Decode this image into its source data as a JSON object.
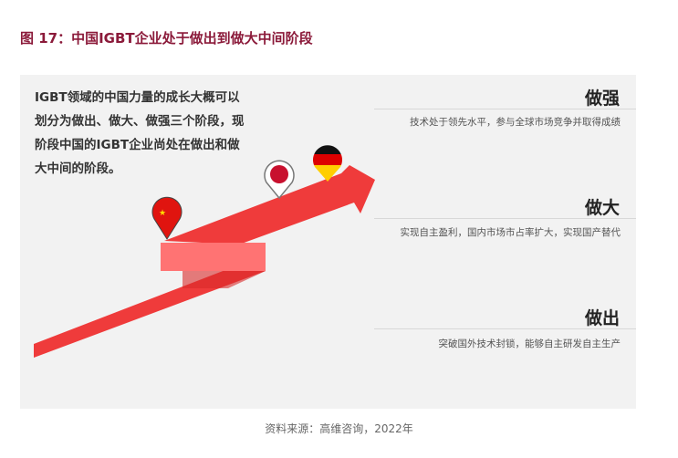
{
  "title": "图 17：中国IGBT企业处于做出到做大中间阶段",
  "intro": "IGBT领域的中国力量的成长大概可以划分为做出、做大、做强三个阶段，现阶段中国的IGBT企业尚处在做出和做大中间的阶段。",
  "stages": [
    {
      "heading": "做强",
      "desc": "技术处于领先水平，参与全球市场竞争并取得成绩"
    },
    {
      "heading": "做大",
      "desc": "实现自主盈利，国内市场市占率扩大，实现国产替代"
    },
    {
      "heading": "做出",
      "desc": "突破国外技术封锁，能够自主研发自主生产"
    }
  ],
  "markers": [
    "china-flag-pin",
    "japan-flag-pin",
    "germany-flag-pin"
  ],
  "colors": {
    "arrow": "#ef3b3b",
    "band": "#ff7373",
    "title": "#8b1a3a"
  },
  "caption": "资料来源：高维咨询，2022年"
}
